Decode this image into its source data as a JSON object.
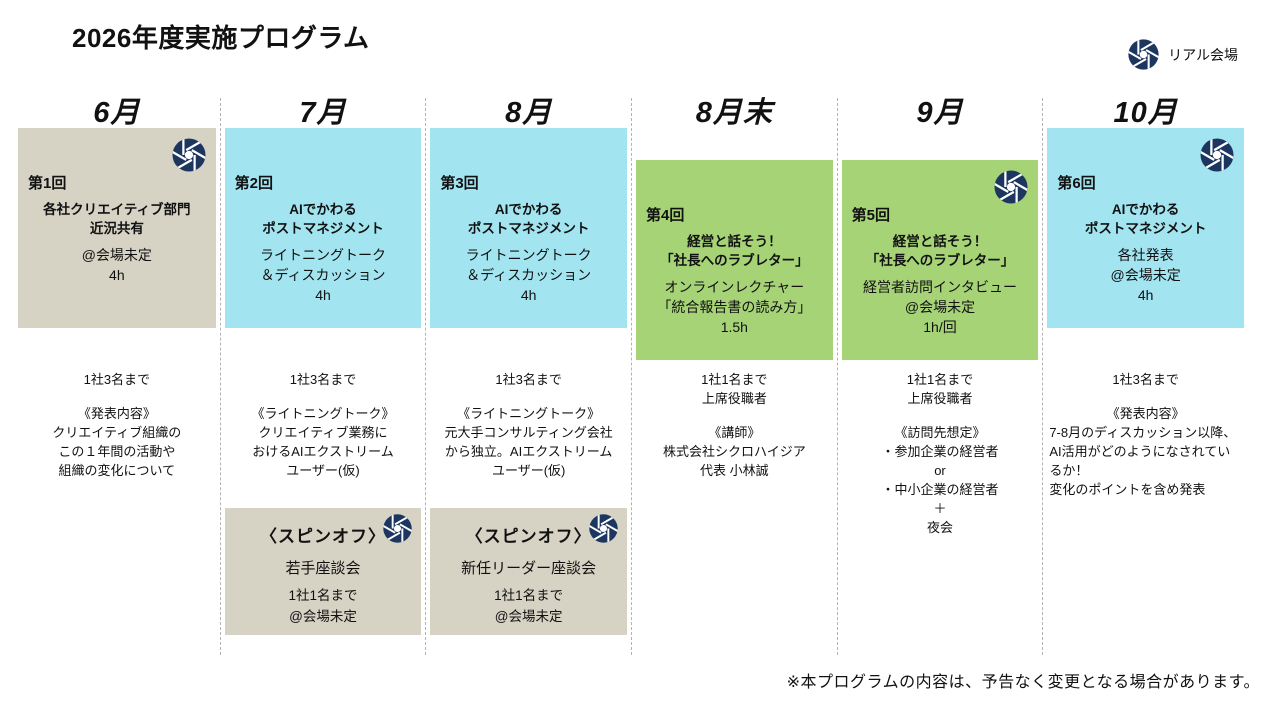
{
  "title": "2026年度実施プログラム",
  "legend": {
    "label": "リアル会場"
  },
  "footnote": "※本プログラムの内容は、予告なく変更となる場合があります。",
  "colors": {
    "beige": "#d6d2c4",
    "cyan": "#a2e4f0",
    "green": "#a6d376",
    "navy": "#1d3660"
  },
  "columns": [
    {
      "month": "6月",
      "card": {
        "session": "第1回",
        "title": [
          "各社クリエイティブ部門",
          "近況共有"
        ],
        "body": [
          "@会場未定",
          "4h"
        ]
      },
      "below": {
        "capacity": [
          "1社3名まで"
        ],
        "details": [
          "《発表内容》",
          "クリエイティブ組織の",
          "この１年間の活動や",
          "組織の変化について"
        ]
      }
    },
    {
      "month": "7月",
      "card": {
        "session": "第2回",
        "title": [
          "AIでかわる",
          "ポストマネジメント"
        ],
        "body": [
          "ライトニングトーク",
          "＆ディスカッション",
          "4h"
        ]
      },
      "below": {
        "capacity": [
          "1社3名まで"
        ],
        "details": [
          "《ライトニングトーク》",
          "クリエイティブ業務に",
          "おけるAIエクストリーム",
          "ユーザー(仮)"
        ]
      },
      "spinoff": {
        "label": "〈スピンオフ〉",
        "title": "若手座談会",
        "lines": [
          "1社1名まで",
          "@会場未定"
        ]
      }
    },
    {
      "month": "8月",
      "card": {
        "session": "第3回",
        "title": [
          "AIでかわる",
          "ポストマネジメント"
        ],
        "body": [
          "ライトニングトーク",
          "＆ディスカッション",
          "4h"
        ]
      },
      "below": {
        "capacity": [
          "1社3名まで"
        ],
        "details": [
          "《ライトニングトーク》",
          "元大手コンサルティング会社",
          "から独立。AIエクストリーム",
          "ユーザー(仮)"
        ]
      },
      "spinoff": {
        "label": "〈スピンオフ〉",
        "title": "新任リーダー座談会",
        "lines": [
          "1社1名まで",
          "@会場未定"
        ]
      }
    },
    {
      "month": "8月末",
      "card": {
        "session": "第4回",
        "title": [
          "経営と話そう！",
          "「社長へのラブレター」"
        ],
        "body": [
          "オンラインレクチャー",
          "「統合報告書の読み方」",
          "1.5h"
        ]
      },
      "below": {
        "capacity": [
          "1社1名まで",
          "上席役職者"
        ],
        "details": [
          "《講師》",
          "株式会社シクロハイジア",
          "代表 小林誠"
        ]
      }
    },
    {
      "month": "9月",
      "card": {
        "session": "第5回",
        "title": [
          "経営と話そう！",
          "「社長へのラブレター」"
        ],
        "body": [
          "経営者訪問インタビュー",
          "@会場未定",
          "1h/回"
        ]
      },
      "below": {
        "capacity": [
          "1社1名まで",
          "上席役職者"
        ],
        "details": [
          "《訪問先想定》",
          "・参加企業の経営者",
          "or",
          "・中小企業の経営者",
          "＋",
          "夜会"
        ]
      }
    },
    {
      "month": "10月",
      "card": {
        "session": "第6回",
        "title": [
          "AIでかわる",
          "ポストマネジメント"
        ],
        "body": [
          "各社発表",
          "@会場未定",
          "4h"
        ]
      },
      "below": {
        "capacity": [
          "1社3名まで"
        ],
        "details_heading": "《発表内容》",
        "details": [
          "7-8月のディスカッション以降、",
          "AI活用がどのようになされてい",
          "るか！",
          "変化のポイントを含め発表"
        ]
      }
    }
  ]
}
